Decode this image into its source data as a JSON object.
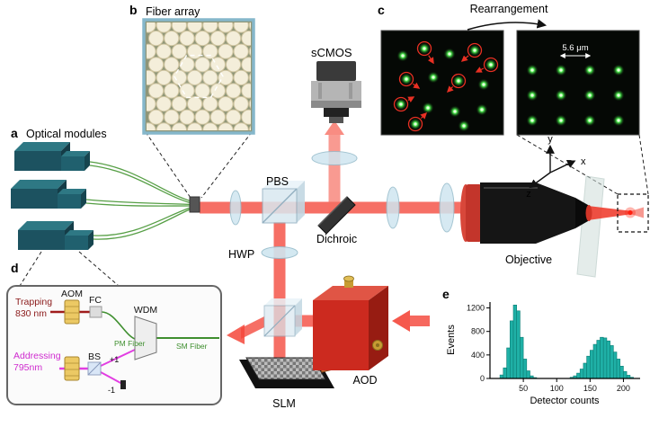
{
  "figure": {
    "panel_a": {
      "label": "a",
      "title": "Optical modules"
    },
    "panel_b": {
      "label": "b",
      "title": "Fiber array"
    },
    "panel_c": {
      "label": "c",
      "title": "Rearrangement",
      "scale_bar": "5.6 μm"
    },
    "panel_d": {
      "label": "d",
      "trapping_line1": "Trapping",
      "trapping_line2": "830 nm",
      "addressing_line1": "Addressing",
      "addressing_line2": "795nm",
      "aom_label": "AOM",
      "fc_label": "FC",
      "wdm_label": "WDM",
      "bs_label": "BS",
      "pm_fiber_label": "PM Fiber",
      "sm_fiber_label": "SM Fiber",
      "order_plus": "+1",
      "order_minus": "-1"
    },
    "panel_e": {
      "label": "e"
    },
    "components": {
      "scmos": "sCMOS",
      "pbs": "PBS",
      "dichroic": "Dichroic",
      "hwp": "HWP",
      "objective": "Objective",
      "slm": "SLM",
      "aod": "AOD"
    },
    "axes_triad": {
      "x": "x",
      "y": "y",
      "z": "z"
    }
  },
  "chart_data": {
    "type": "bar",
    "title": "",
    "xlabel": "Detector counts",
    "ylabel": "Events",
    "xlim": [
      0,
      225
    ],
    "ylim": [
      0,
      1300
    ],
    "xticks": [
      50,
      100,
      150,
      200
    ],
    "yticks": [
      0,
      400,
      800,
      1200
    ],
    "bin_width": 5,
    "bin_start": [
      15,
      20,
      25,
      30,
      35,
      40,
      45,
      50,
      55,
      60,
      65,
      120,
      125,
      130,
      135,
      140,
      145,
      150,
      155,
      160,
      165,
      170,
      175,
      180,
      185,
      190,
      195,
      200,
      205,
      210
    ],
    "counts": [
      60,
      180,
      520,
      980,
      1250,
      1150,
      700,
      330,
      130,
      45,
      15,
      20,
      45,
      90,
      160,
      260,
      380,
      480,
      580,
      650,
      700,
      690,
      640,
      560,
      450,
      330,
      210,
      120,
      55,
      20
    ],
    "bar_color": "#1fb0a6",
    "grid": false,
    "legend": null
  },
  "colors": {
    "beam_red": "#f4473a",
    "fiber_green": "#4e9a3c",
    "module_teal": "#1c5260",
    "histogram_teal": "#1fb0a6",
    "trapping_red": "#8b1a1a",
    "addressing_magenta": "#cf2bcf",
    "lens_blue": "#cfe6f0",
    "inset_border_blue": "#85b7cb"
  }
}
